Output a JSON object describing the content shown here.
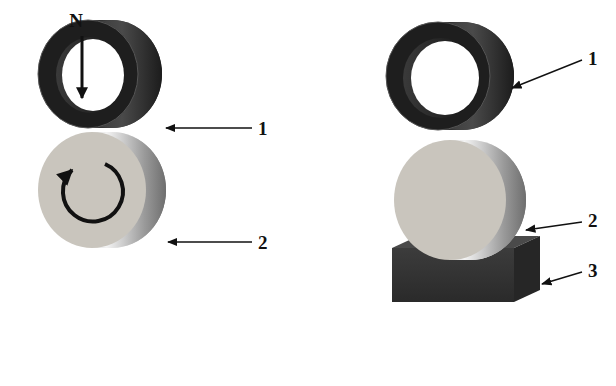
{
  "diagram": {
    "labels": [
      "N",
      "1",
      "2",
      "1",
      "2",
      "3"
    ]
  }
}
